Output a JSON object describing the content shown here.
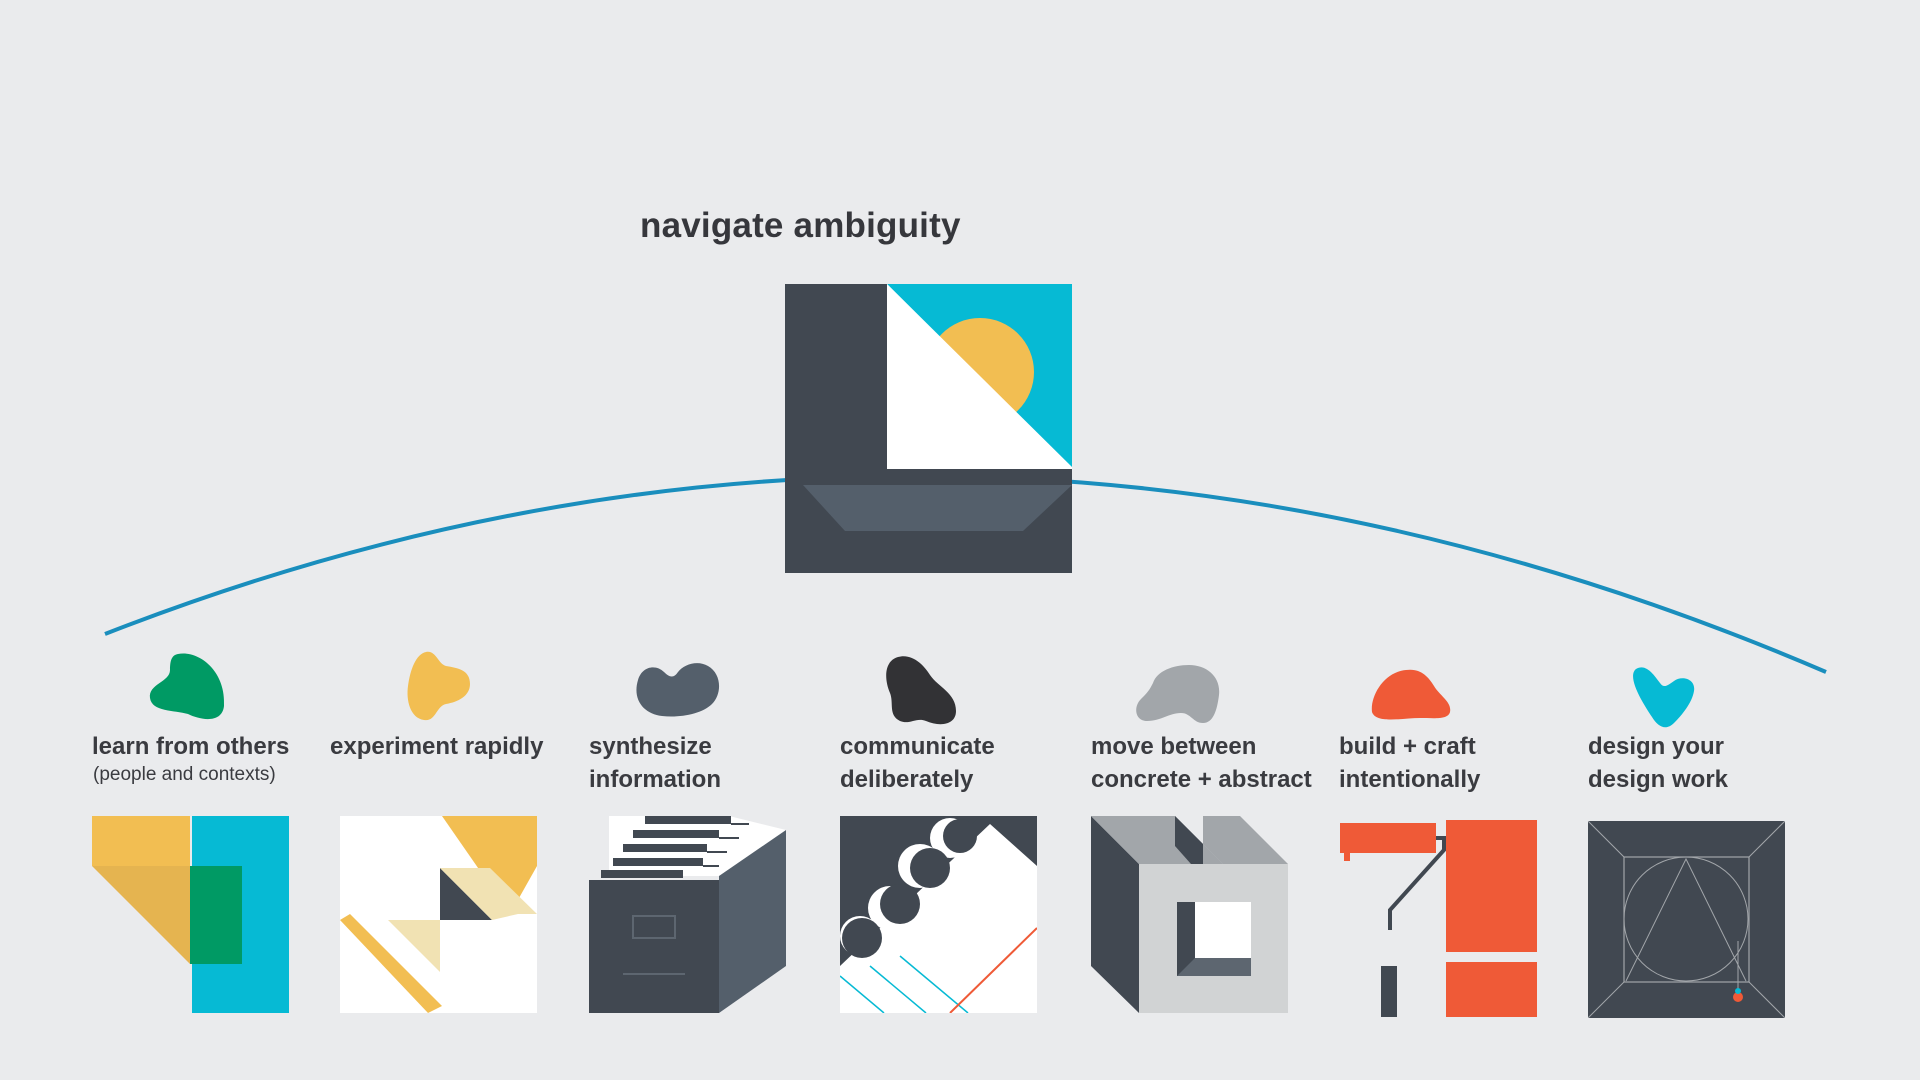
{
  "main": {
    "title": "navigate ambiguity",
    "icon": "sailboat-sun-icon"
  },
  "colors": {
    "background": "#EAEBED",
    "arc": "#1A8EBD",
    "dark": "#414851",
    "slate": "#545F6B",
    "cyan": "#06BAD4",
    "yellow": "#F2BE52",
    "green": "#009A64",
    "charcoal": "#323235",
    "grey": "#A2A6AA",
    "orange": "#EF5A37",
    "white": "#FFFFFF"
  },
  "skills": [
    {
      "line1": "learn from others",
      "line2": "",
      "sub": "(people and contexts)",
      "blob_color": "#009A64",
      "blob_icon": "green-blob-icon",
      "illustration": "overlapping-shapes-icon"
    },
    {
      "line1": "experiment rapidly",
      "line2": "",
      "sub": "",
      "blob_color": "#F2BE52",
      "blob_icon": "yellow-blob-icon",
      "illustration": "folded-paper-icon"
    },
    {
      "line1": "synthesize",
      "line2": "information",
      "sub": "",
      "blob_color": "#545F6B",
      "blob_icon": "slate-blob-icon",
      "illustration": "file-cabinet-icon"
    },
    {
      "line1": "communicate",
      "line2": "deliberately",
      "sub": "",
      "blob_color": "#323235",
      "blob_icon": "charcoal-blob-icon",
      "illustration": "speech-marks-icon"
    },
    {
      "line1": "move between",
      "line2": "concrete + abstract",
      "sub": "",
      "blob_color": "#A2A6AA",
      "blob_icon": "grey-blob-icon",
      "illustration": "concrete-block-icon"
    },
    {
      "line1": "build + craft",
      "line2": "intentionally",
      "sub": "",
      "blob_color": "#EF5A37",
      "blob_icon": "orange-blob-icon",
      "illustration": "paint-roller-icon"
    },
    {
      "line1": "design your",
      "line2": "design work",
      "sub": "",
      "blob_color": "#06BAD4",
      "blob_icon": "cyan-blob-icon",
      "illustration": "geometric-frame-icon"
    }
  ]
}
